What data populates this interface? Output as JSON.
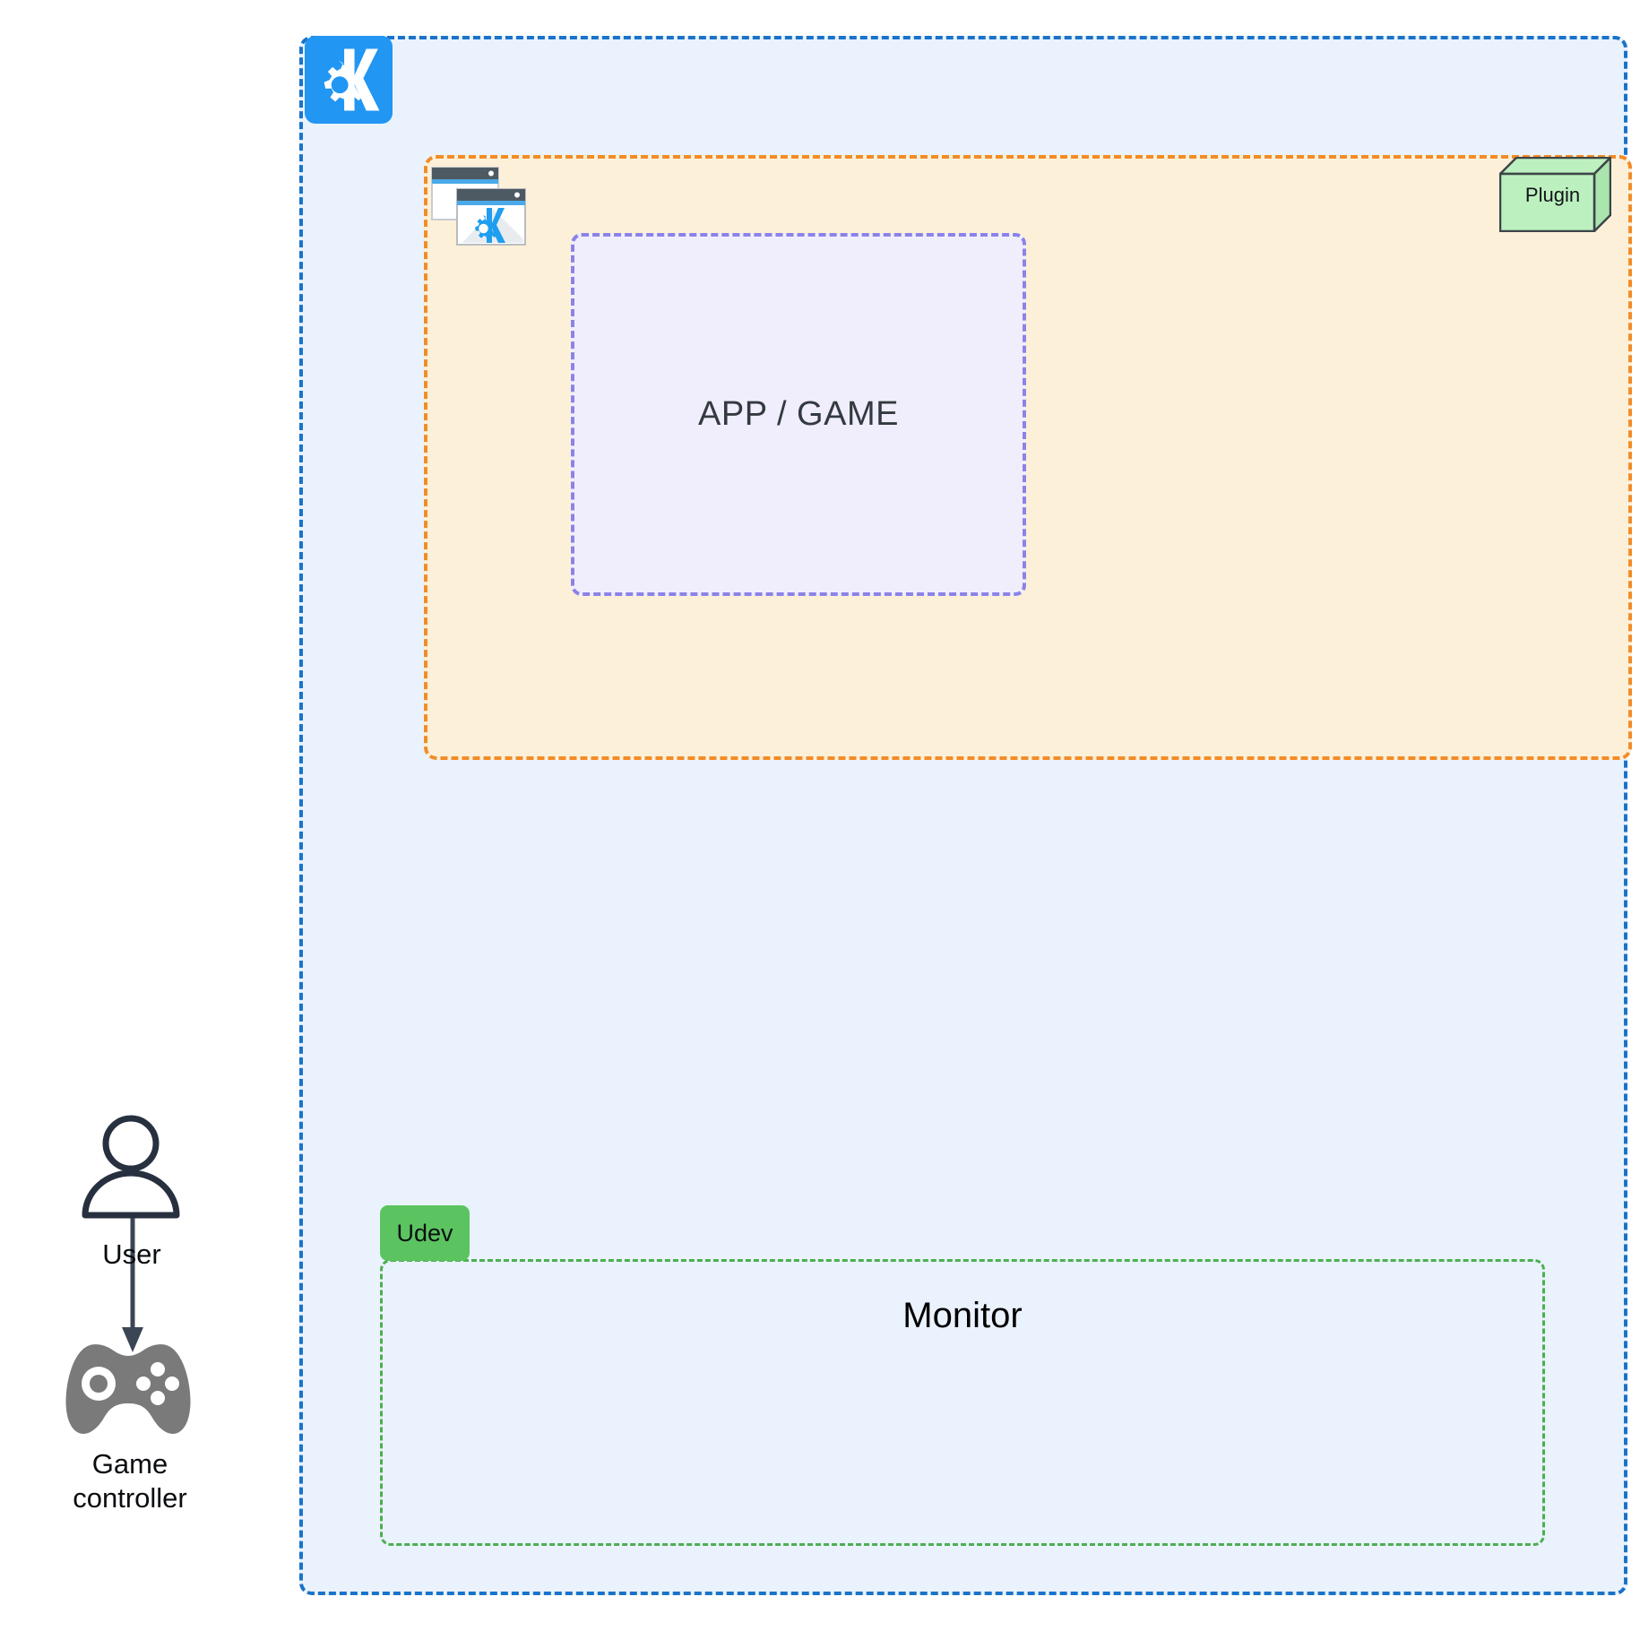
{
  "diagram": {
    "title": "KDE input / game controller architecture",
    "colors": {
      "container_fill": "#eaf2fd",
      "container_border": "#1a73c8",
      "session_fill": "#fdf0d9",
      "session_border": "#f28c28",
      "app_fill": "#f0eefc",
      "app_border": "#8b83e8",
      "monitor_border": "#4caf50",
      "udev_fill": "#5bc460",
      "plugin_fill": "#bdf0bf",
      "plugin_border": "#3d4548",
      "kde_blue": "#2196f3",
      "actor_stroke": "#27303f",
      "controller_gray": "#7a7a7a"
    },
    "kde_container": {
      "logo_icon": "kde-plasma-logo-icon"
    },
    "session": {
      "window_icon": "application-windows-icon"
    },
    "app_game": {
      "label": "APP / GAME"
    },
    "plugin": {
      "label": "Plugin",
      "shape_icon": "3d-node-box-icon"
    },
    "udev": {
      "label": "Udev"
    },
    "monitor": {
      "label": "Monitor"
    },
    "user": {
      "label": "User",
      "icon": "user-actor-icon"
    },
    "arrow": {
      "icon": "down-arrow-icon"
    },
    "controller": {
      "label_line1": "Game",
      "label_line2": "controller",
      "icon": "game-controller-icon"
    }
  }
}
